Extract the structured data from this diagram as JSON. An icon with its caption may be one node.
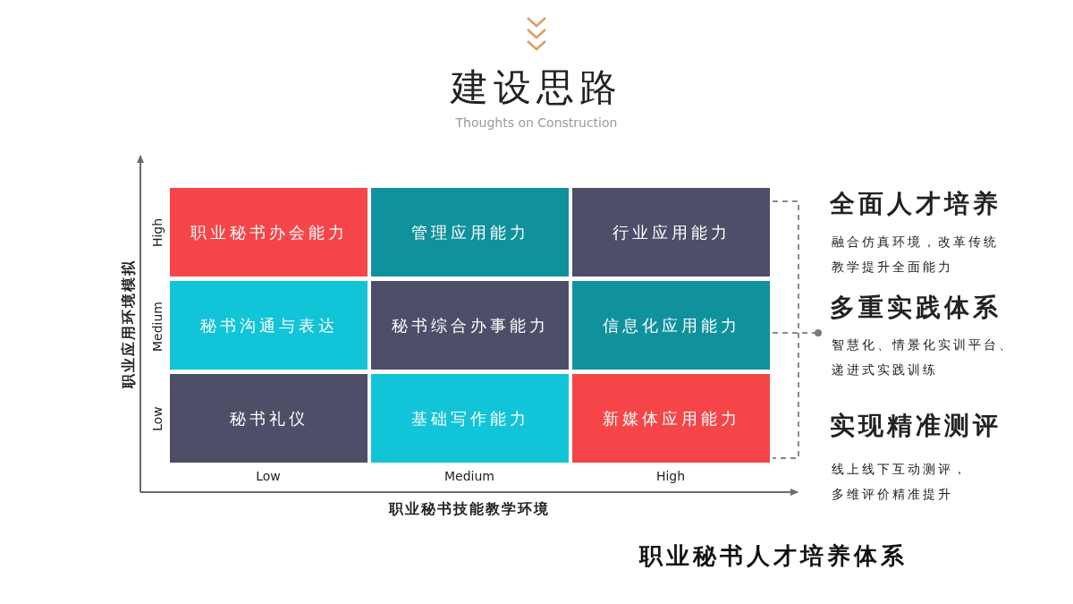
{
  "diagram": {
    "title": "建设思路",
    "caption": "职业秘书人才培养体系",
    "nodes": [
      {
        "text": [
          "职业秘书办会能力"
        ]
      },
      {
        "text": [
          "管理应用能力"
        ]
      },
      {
        "text": [
          "行业应用能力"
        ]
      },
      {
        "text": [
          "秘书沟通与表达"
        ]
      },
      {
        "text": [
          "秘书综合办事能力"
        ]
      },
      {
        "text": [
          "信息化应用能力"
        ]
      },
      {
        "text": [
          "秘书礼仪"
        ]
      },
      {
        "text": [
          "基础写作能力"
        ]
      },
      {
        "text": [
          "新媒体应用能力"
        ]
      }
    ],
    "labels": [
      "Thoughts on Construction",
      "High",
      "Medium",
      "Low",
      "职业应用环境模拟",
      "Low",
      "Medium",
      "High",
      "职业秘书技能教学环境",
      "全面人才培养",
      "融合仿真环境，改革传统教学提升全面能力",
      "多重实践体系",
      "智慧化、情景化实训平台、递进式实践训练",
      "实现精准测评",
      "线上线下互动测评，多维评价精准提升"
    ]
  }
}
